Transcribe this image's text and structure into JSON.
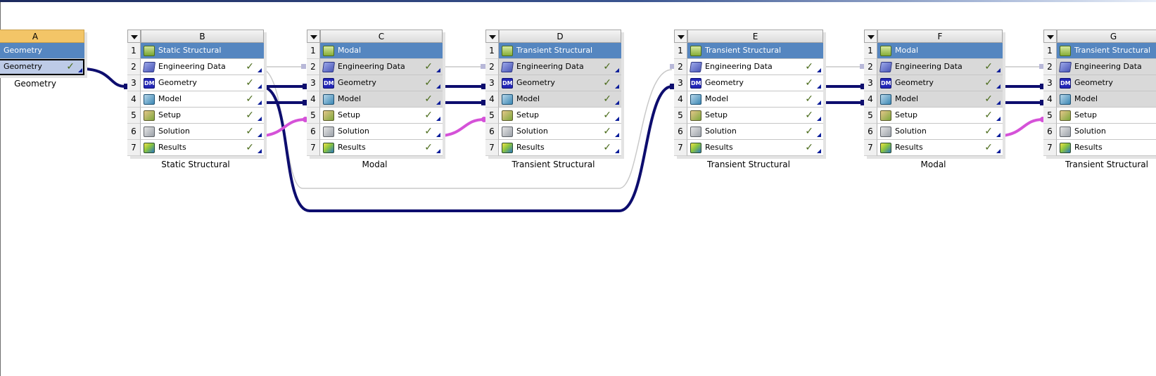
{
  "colors": {
    "title_row": "#5586c0",
    "wire_geometry": "#0d0d6e",
    "wire_solution": "#d552d8",
    "wire_engineering": "#c9c9c9",
    "header_A": "#f3c567"
  },
  "systems": [
    {
      "id": "A",
      "letter": "A",
      "caption": "Geometry",
      "rows": [
        {
          "num": "",
          "label": "Geometry",
          "icon": "geometry-icon",
          "check": "",
          "style": "hdrA"
        },
        {
          "num": "",
          "label": "Geometry",
          "icon": "dm-icon",
          "check": "✓",
          "style": "sel"
        }
      ]
    },
    {
      "id": "B",
      "letter": "B",
      "caption": "Static Structural",
      "rows": [
        {
          "num": "1",
          "label": "Static Structural",
          "icon": "static-structural-icon",
          "check": "",
          "style": "title"
        },
        {
          "num": "2",
          "label": "Engineering Data",
          "icon": "engineering-data-icon",
          "check": "✓",
          "style": "white"
        },
        {
          "num": "3",
          "label": "Geometry",
          "icon": "dm-icon",
          "check": "✓",
          "style": "white"
        },
        {
          "num": "4",
          "label": "Model",
          "icon": "model-icon",
          "check": "✓",
          "style": "white"
        },
        {
          "num": "5",
          "label": "Setup",
          "icon": "setup-icon",
          "check": "✓",
          "style": "white"
        },
        {
          "num": "6",
          "label": "Solution",
          "icon": "solution-icon",
          "check": "✓",
          "style": "white"
        },
        {
          "num": "7",
          "label": "Results",
          "icon": "results-icon",
          "check": "✓",
          "style": "white"
        }
      ]
    },
    {
      "id": "C",
      "letter": "C",
      "caption": "Modal",
      "rows": [
        {
          "num": "1",
          "label": "Modal",
          "icon": "modal-icon",
          "check": "",
          "style": "title"
        },
        {
          "num": "2",
          "label": "Engineering Data",
          "icon": "engineering-data-icon",
          "check": "✓",
          "style": "grey"
        },
        {
          "num": "3",
          "label": "Geometry",
          "icon": "dm-icon",
          "check": "✓",
          "style": "grey"
        },
        {
          "num": "4",
          "label": "Model",
          "icon": "model-icon",
          "check": "✓",
          "style": "grey"
        },
        {
          "num": "5",
          "label": "Setup",
          "icon": "setup-icon",
          "check": "✓",
          "style": "white"
        },
        {
          "num": "6",
          "label": "Solution",
          "icon": "solution-icon",
          "check": "✓",
          "style": "white"
        },
        {
          "num": "7",
          "label": "Results",
          "icon": "results-icon",
          "check": "✓",
          "style": "white"
        }
      ]
    },
    {
      "id": "D",
      "letter": "D",
      "caption": "Transient Structural",
      "rows": [
        {
          "num": "1",
          "label": "Transient Structural",
          "icon": "transient-structural-icon",
          "check": "",
          "style": "title"
        },
        {
          "num": "2",
          "label": "Engineering Data",
          "icon": "engineering-data-icon",
          "check": "✓",
          "style": "grey"
        },
        {
          "num": "3",
          "label": "Geometry",
          "icon": "dm-icon",
          "check": "✓",
          "style": "grey"
        },
        {
          "num": "4",
          "label": "Model",
          "icon": "model-icon",
          "check": "✓",
          "style": "grey"
        },
        {
          "num": "5",
          "label": "Setup",
          "icon": "setup-icon",
          "check": "✓",
          "style": "white"
        },
        {
          "num": "6",
          "label": "Solution",
          "icon": "solution-icon",
          "check": "✓",
          "style": "white"
        },
        {
          "num": "7",
          "label": "Results",
          "icon": "results-icon",
          "check": "✓",
          "style": "white"
        }
      ]
    },
    {
      "id": "E",
      "letter": "E",
      "caption": "Transient Structural",
      "rows": [
        {
          "num": "1",
          "label": "Transient Structural",
          "icon": "transient-structural-icon",
          "check": "",
          "style": "title"
        },
        {
          "num": "2",
          "label": "Engineering Data",
          "icon": "engineering-data-icon",
          "check": "✓",
          "style": "white"
        },
        {
          "num": "3",
          "label": "Geometry",
          "icon": "dm-icon",
          "check": "✓",
          "style": "white"
        },
        {
          "num": "4",
          "label": "Model",
          "icon": "model-icon",
          "check": "✓",
          "style": "white"
        },
        {
          "num": "5",
          "label": "Setup",
          "icon": "setup-icon",
          "check": "✓",
          "style": "white"
        },
        {
          "num": "6",
          "label": "Solution",
          "icon": "solution-icon",
          "check": "✓",
          "style": "white"
        },
        {
          "num": "7",
          "label": "Results",
          "icon": "results-icon",
          "check": "✓",
          "style": "white"
        }
      ]
    },
    {
      "id": "F",
      "letter": "F",
      "caption": "Modal",
      "rows": [
        {
          "num": "1",
          "label": "Modal",
          "icon": "modal-icon",
          "check": "",
          "style": "title"
        },
        {
          "num": "2",
          "label": "Engineering Data",
          "icon": "engineering-data-icon",
          "check": "✓",
          "style": "grey"
        },
        {
          "num": "3",
          "label": "Geometry",
          "icon": "dm-icon",
          "check": "✓",
          "style": "grey"
        },
        {
          "num": "4",
          "label": "Model",
          "icon": "model-icon",
          "check": "✓",
          "style": "grey"
        },
        {
          "num": "5",
          "label": "Setup",
          "icon": "setup-icon",
          "check": "✓",
          "style": "white"
        },
        {
          "num": "6",
          "label": "Solution",
          "icon": "solution-icon",
          "check": "✓",
          "style": "white"
        },
        {
          "num": "7",
          "label": "Results",
          "icon": "results-icon",
          "check": "✓",
          "style": "white"
        }
      ]
    },
    {
      "id": "G",
      "letter": "G",
      "caption": "Transient Structural",
      "rows": [
        {
          "num": "1",
          "label": "Transient Structural",
          "icon": "transient-structural-icon",
          "check": "",
          "style": "title"
        },
        {
          "num": "2",
          "label": "Engineering Data",
          "icon": "engineering-data-icon",
          "check": "",
          "style": "grey"
        },
        {
          "num": "3",
          "label": "Geometry",
          "icon": "dm-icon",
          "check": "",
          "style": "grey"
        },
        {
          "num": "4",
          "label": "Model",
          "icon": "model-icon",
          "check": "",
          "style": "grey"
        },
        {
          "num": "5",
          "label": "Setup",
          "icon": "setup-icon",
          "check": "",
          "style": "white"
        },
        {
          "num": "6",
          "label": "Solution",
          "icon": "solution-icon",
          "check": "",
          "style": "white"
        },
        {
          "num": "7",
          "label": "Results",
          "icon": "results-icon",
          "check": "",
          "style": "white"
        }
      ]
    }
  ]
}
